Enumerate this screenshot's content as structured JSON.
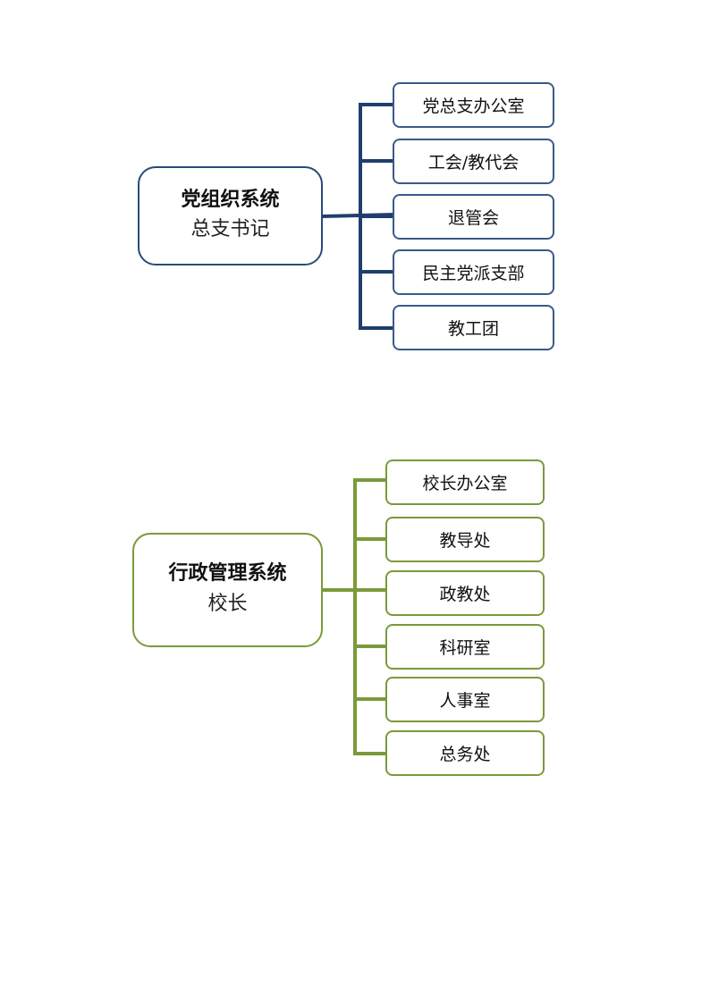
{
  "diagrams": [
    {
      "root": {
        "title": "党组织系统",
        "subtitle": "总支书记"
      },
      "color": "#1f3e6e",
      "children": [
        "党总支办公室",
        "工会/教代会",
        "退管会",
        "民主党派支部",
        "教工团"
      ]
    },
    {
      "root": {
        "title": "行政管理系统",
        "subtitle": "校长"
      },
      "color": "#7a9a3a",
      "children": [
        "校长办公室",
        "教导处",
        "政教处",
        "科研室",
        "人事室",
        "总务处"
      ]
    }
  ]
}
